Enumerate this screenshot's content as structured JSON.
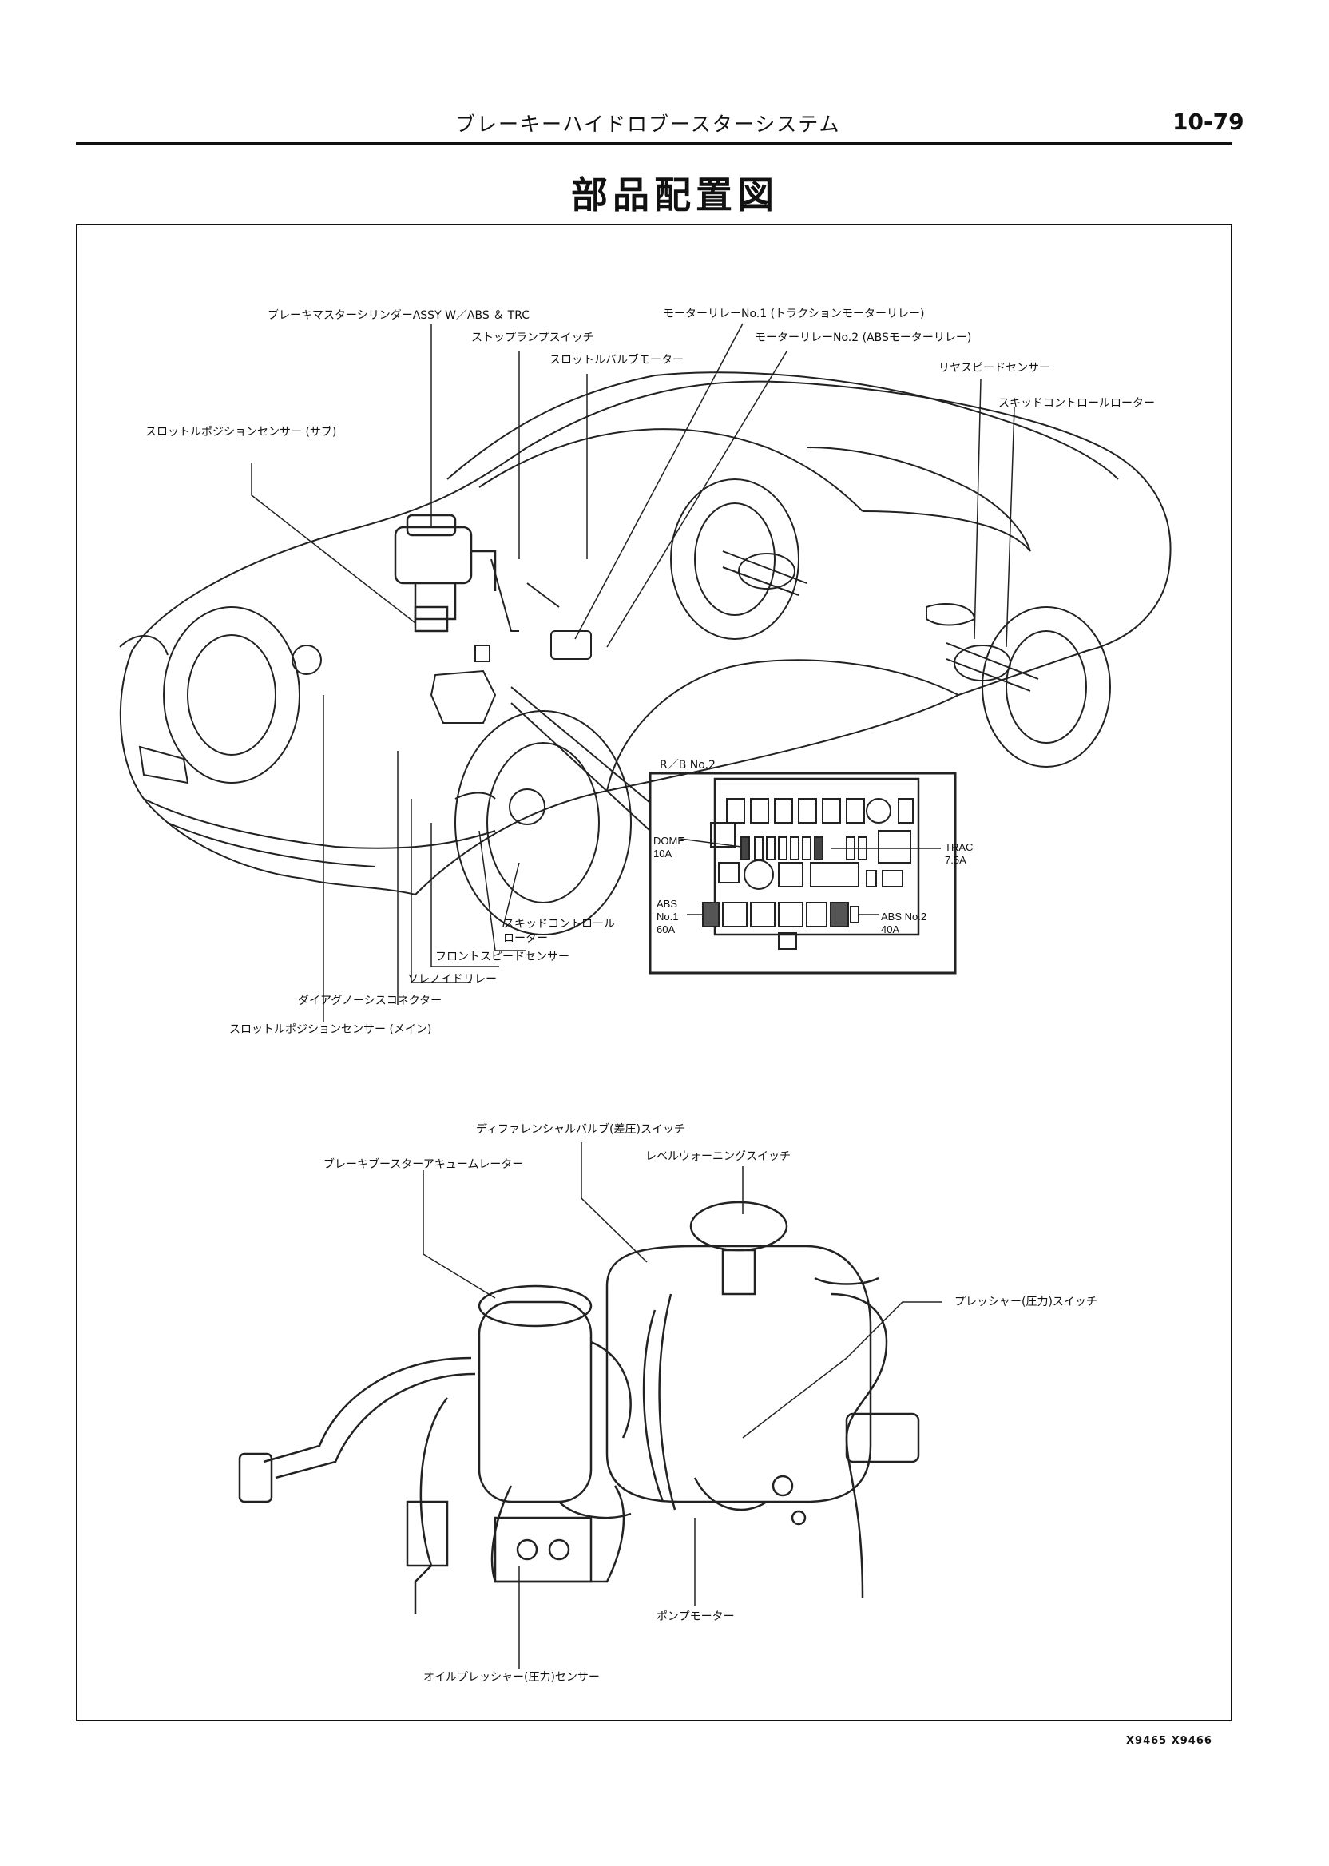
{
  "header": {
    "title": "ブレーキーハイドロブースターシステム",
    "page_number": "10-79"
  },
  "section_title": "部品配置図",
  "upper_labels": {
    "master_cylinder": "ブレーキマスターシリンダーASSY W／ABS ＆ TRC",
    "stop_lamp_switch": "ストップランプスイッチ",
    "throttle_valve_motor": "スロットルバルブモーター",
    "motor_relay_1": "モーターリレーNo.1 (トラクションモーターリレー)",
    "motor_relay_2": "モーターリレーNo.2 (ABSモーターリレー)",
    "rear_speed_sensor": "リヤスピードセンサー",
    "skid_control_rotor_rear": "スキッドコントロールローター",
    "throttle_position_sensor_sub": "スロットルポジションセンサー (サブ)",
    "rb_no2": "R／B No.2",
    "skid_control_rotor_front_1": "スキッドコントロール",
    "skid_control_rotor_front_2": "ローター",
    "front_speed_sensor": "フロントスピードセンサー",
    "solenoid_relay": "ソレノイドリレー",
    "diagnosis_connector": "ダイアグノーシスコネクター",
    "throttle_position_sensor_main": "スロットルポジションセンサー (メイン)"
  },
  "fuses": {
    "dome_name": "DOME",
    "dome_amp": "10A",
    "trac_name": "TRAC",
    "trac_amp": "7.5A",
    "abs1_name": "ABS",
    "abs1_num": "No.1",
    "abs1_amp": "60A",
    "abs2_name": "ABS No.2",
    "abs2_amp": "40A"
  },
  "lower_labels": {
    "differential_valve_switch": "ディファレンシャルバルブ(差圧)スイッチ",
    "accumulator": "ブレーキブースターアキュームレーター",
    "level_warning_switch": "レベルウォーニングスイッチ",
    "pressure_switch": "プレッシャー(圧力)スイッチ",
    "pump_motor": "ポンプモーター",
    "oil_pressure_sensor": "オイルプレッシャー(圧力)センサー"
  },
  "figure_code": "X9465 X9466"
}
